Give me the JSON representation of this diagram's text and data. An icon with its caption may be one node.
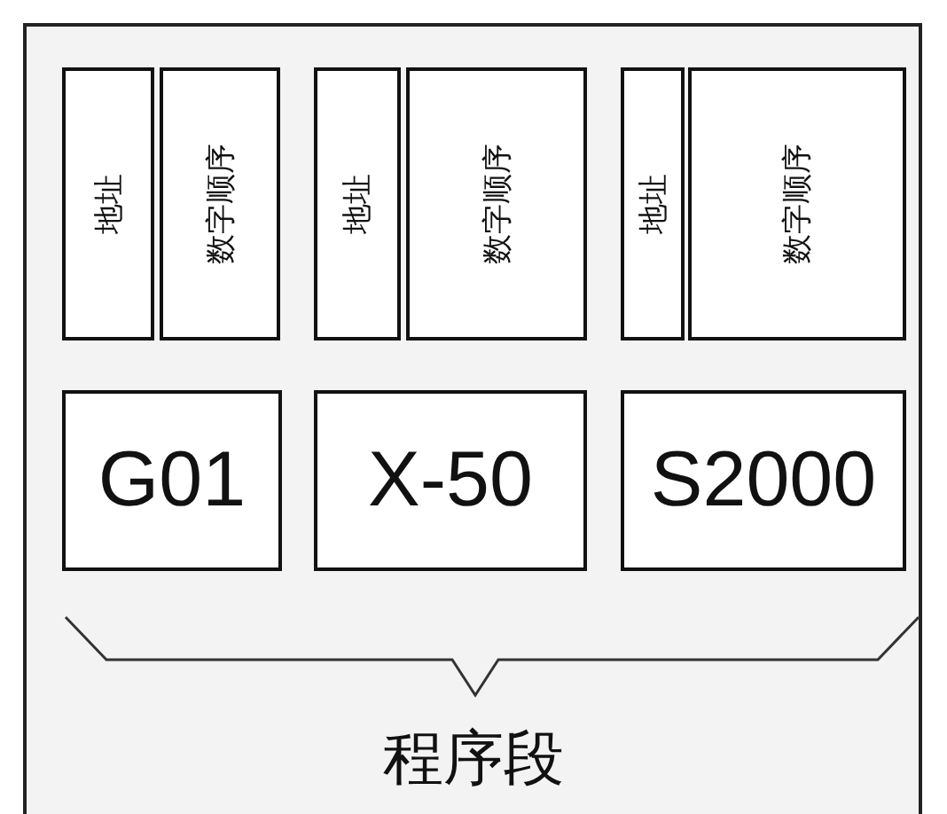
{
  "diagram": {
    "nodes": [
      {
        "text": [
          "地址"
        ]
      },
      {
        "text": [
          "数字顺序"
        ]
      },
      {
        "text": [
          "地址"
        ]
      },
      {
        "text": [
          "数字顺序"
        ]
      },
      {
        "text": [
          "地址"
        ]
      },
      {
        "text": [
          "数字顺序"
        ]
      },
      {
        "text": [
          "G01"
        ]
      },
      {
        "text": [
          "X-50"
        ]
      },
      {
        "text": [
          "S2000"
        ]
      }
    ],
    "edges": [],
    "labels": [
      "程序段"
    ]
  }
}
